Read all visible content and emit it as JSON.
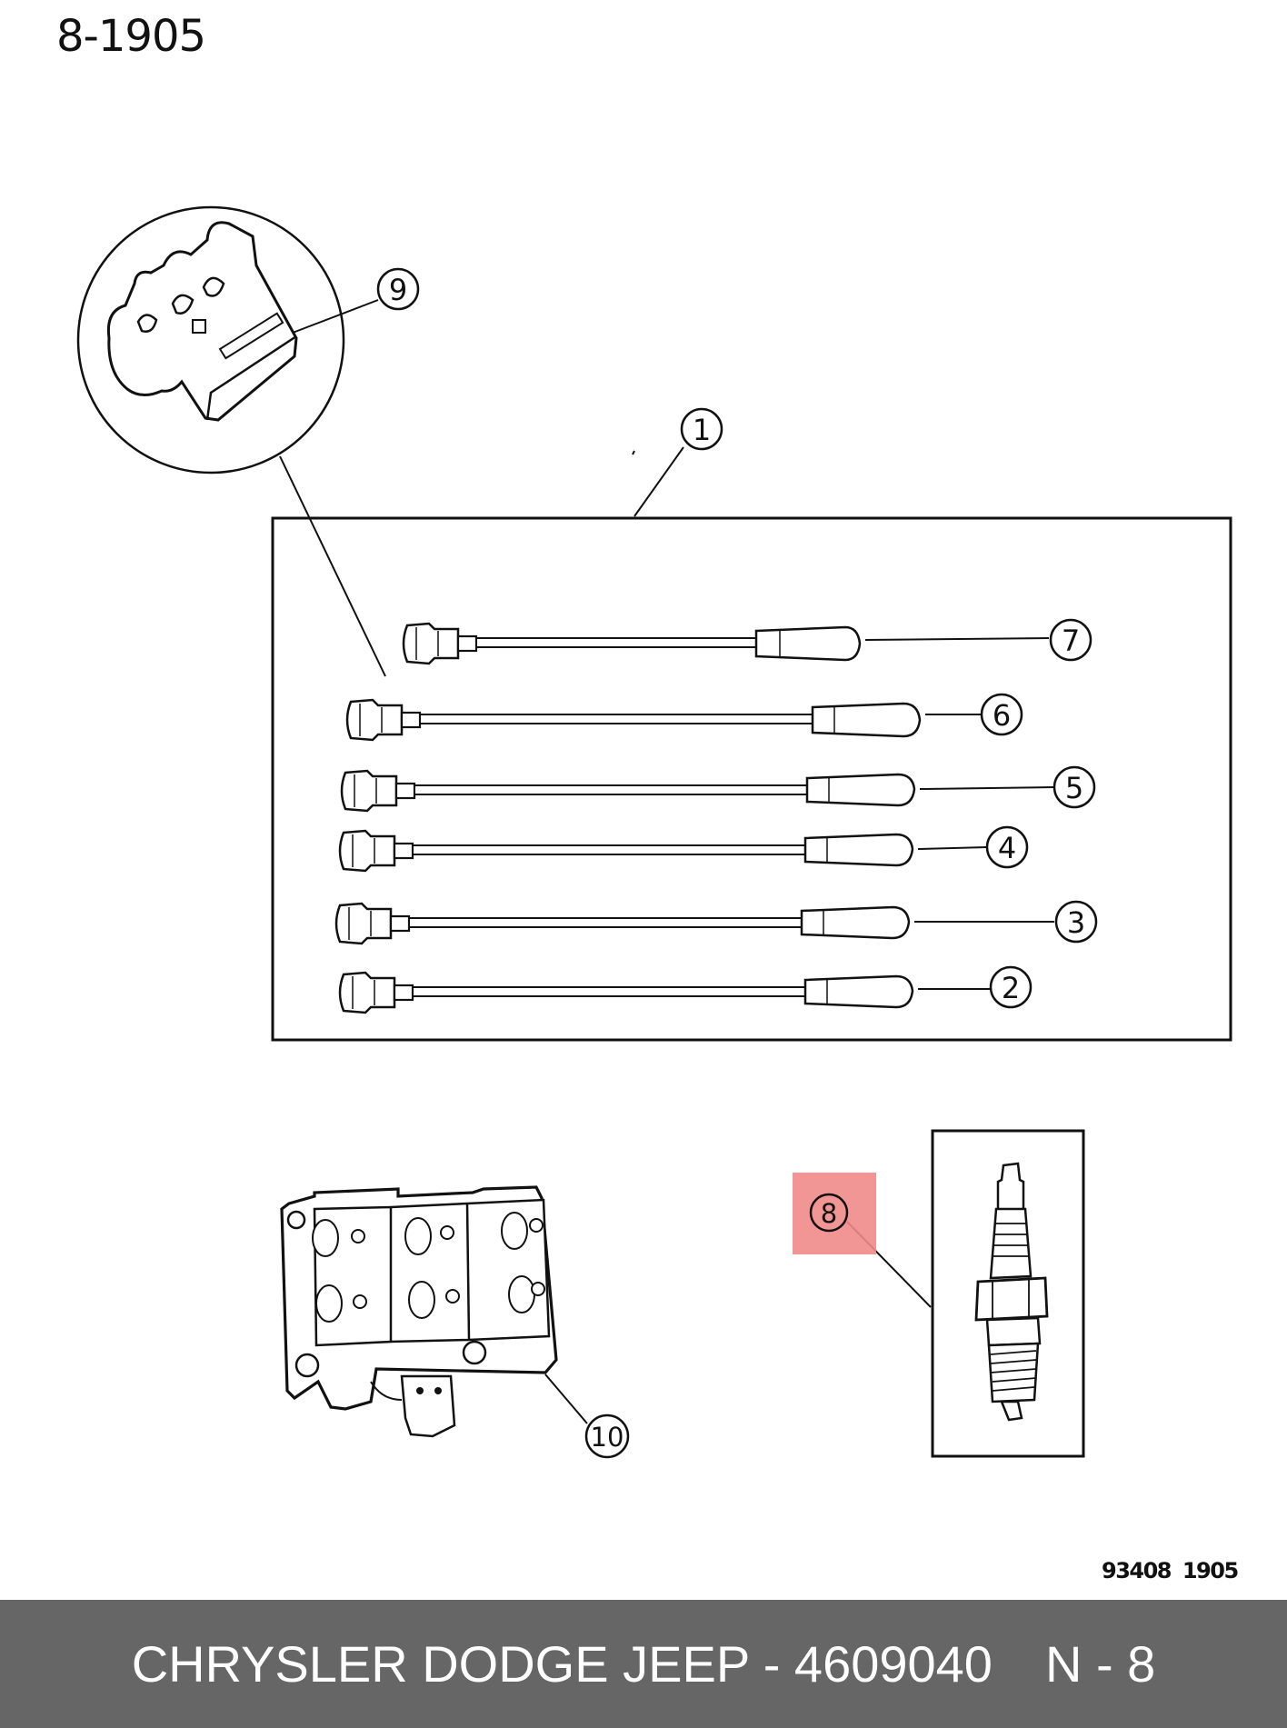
{
  "page_code": "8-1905",
  "reference_code": "93408  1905",
  "callouts": {
    "c1": "1",
    "c2": "2",
    "c3": "3",
    "c4": "4",
    "c5": "5",
    "c6": "6",
    "c7": "7",
    "c8": "8",
    "c9": "9",
    "c10": "10"
  },
  "highlight_color": "#f08a8a",
  "footer": {
    "part": "CHRYSLER DODGE JEEP - 4609040",
    "position": "N - 8",
    "background": "#666666"
  }
}
